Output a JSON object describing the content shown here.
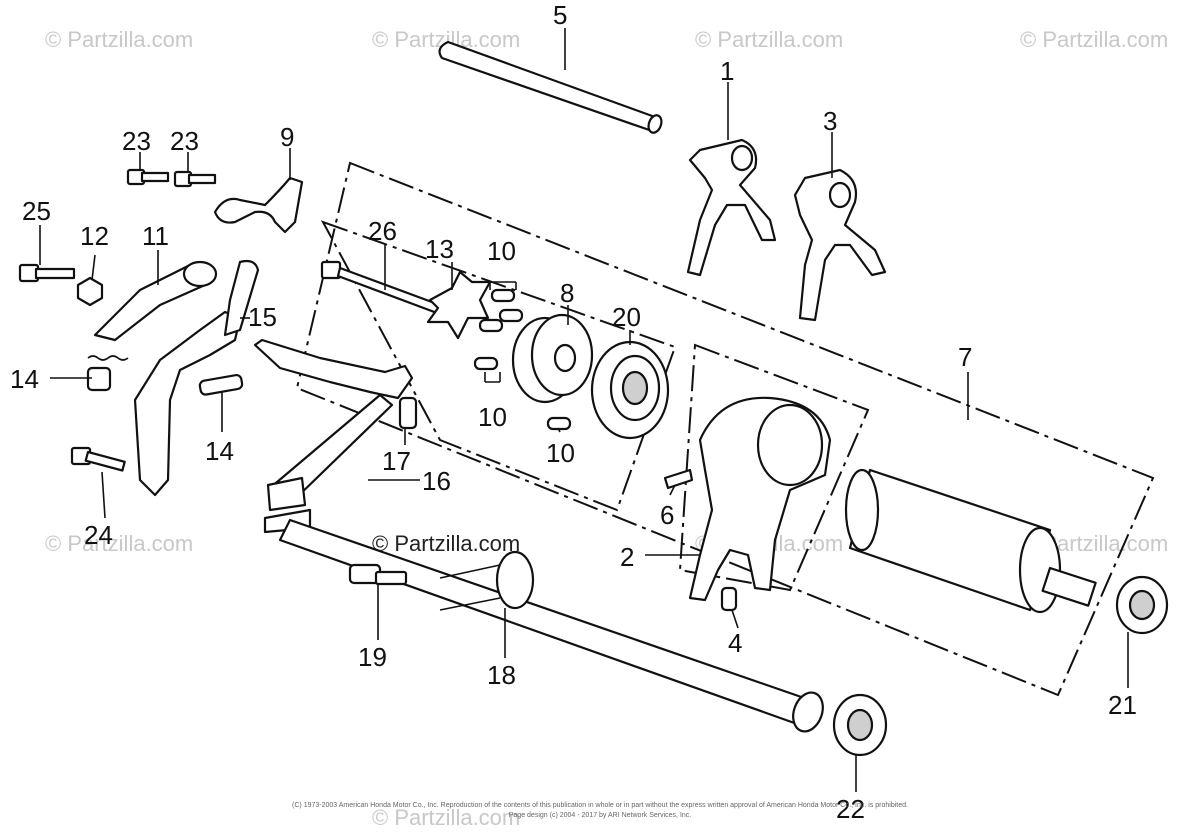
{
  "watermarks": [
    "© Partzilla.com",
    "© Partzilla.com",
    "© Partzilla.com",
    "© Partzilla.com",
    "© Partzilla.com",
    "© Partzilla.com",
    "© Partzilla.com",
    "© Partzilla.com"
  ],
  "center_watermark": "© Partzilla.com",
  "callouts": {
    "c1": "1",
    "c2": "2",
    "c3": "3",
    "c4": "4",
    "c5": "5",
    "c6": "6",
    "c7": "7",
    "c8": "8",
    "c9": "9",
    "c10a": "10",
    "c10b": "10",
    "c10c": "10",
    "c11": "11",
    "c12": "12",
    "c13": "13",
    "c14a": "14",
    "c14b": "14",
    "c15": "15",
    "c16": "16",
    "c17": "17",
    "c18": "18",
    "c19": "19",
    "c20": "20",
    "c21": "21",
    "c22": "22",
    "c23a": "23",
    "c23b": "23",
    "c24": "24",
    "c25": "25",
    "c26": "26"
  },
  "footer": {
    "line1": "(C) 1973-2003 American Honda Motor Co., Inc. Reproduction of the contents of this publication in whole or in part without the express written approval of American Honda Motor Co., Inc. is prohibited.",
    "line2": "Page design (c) 2004 - 2017 by ARI Network Services, Inc."
  }
}
